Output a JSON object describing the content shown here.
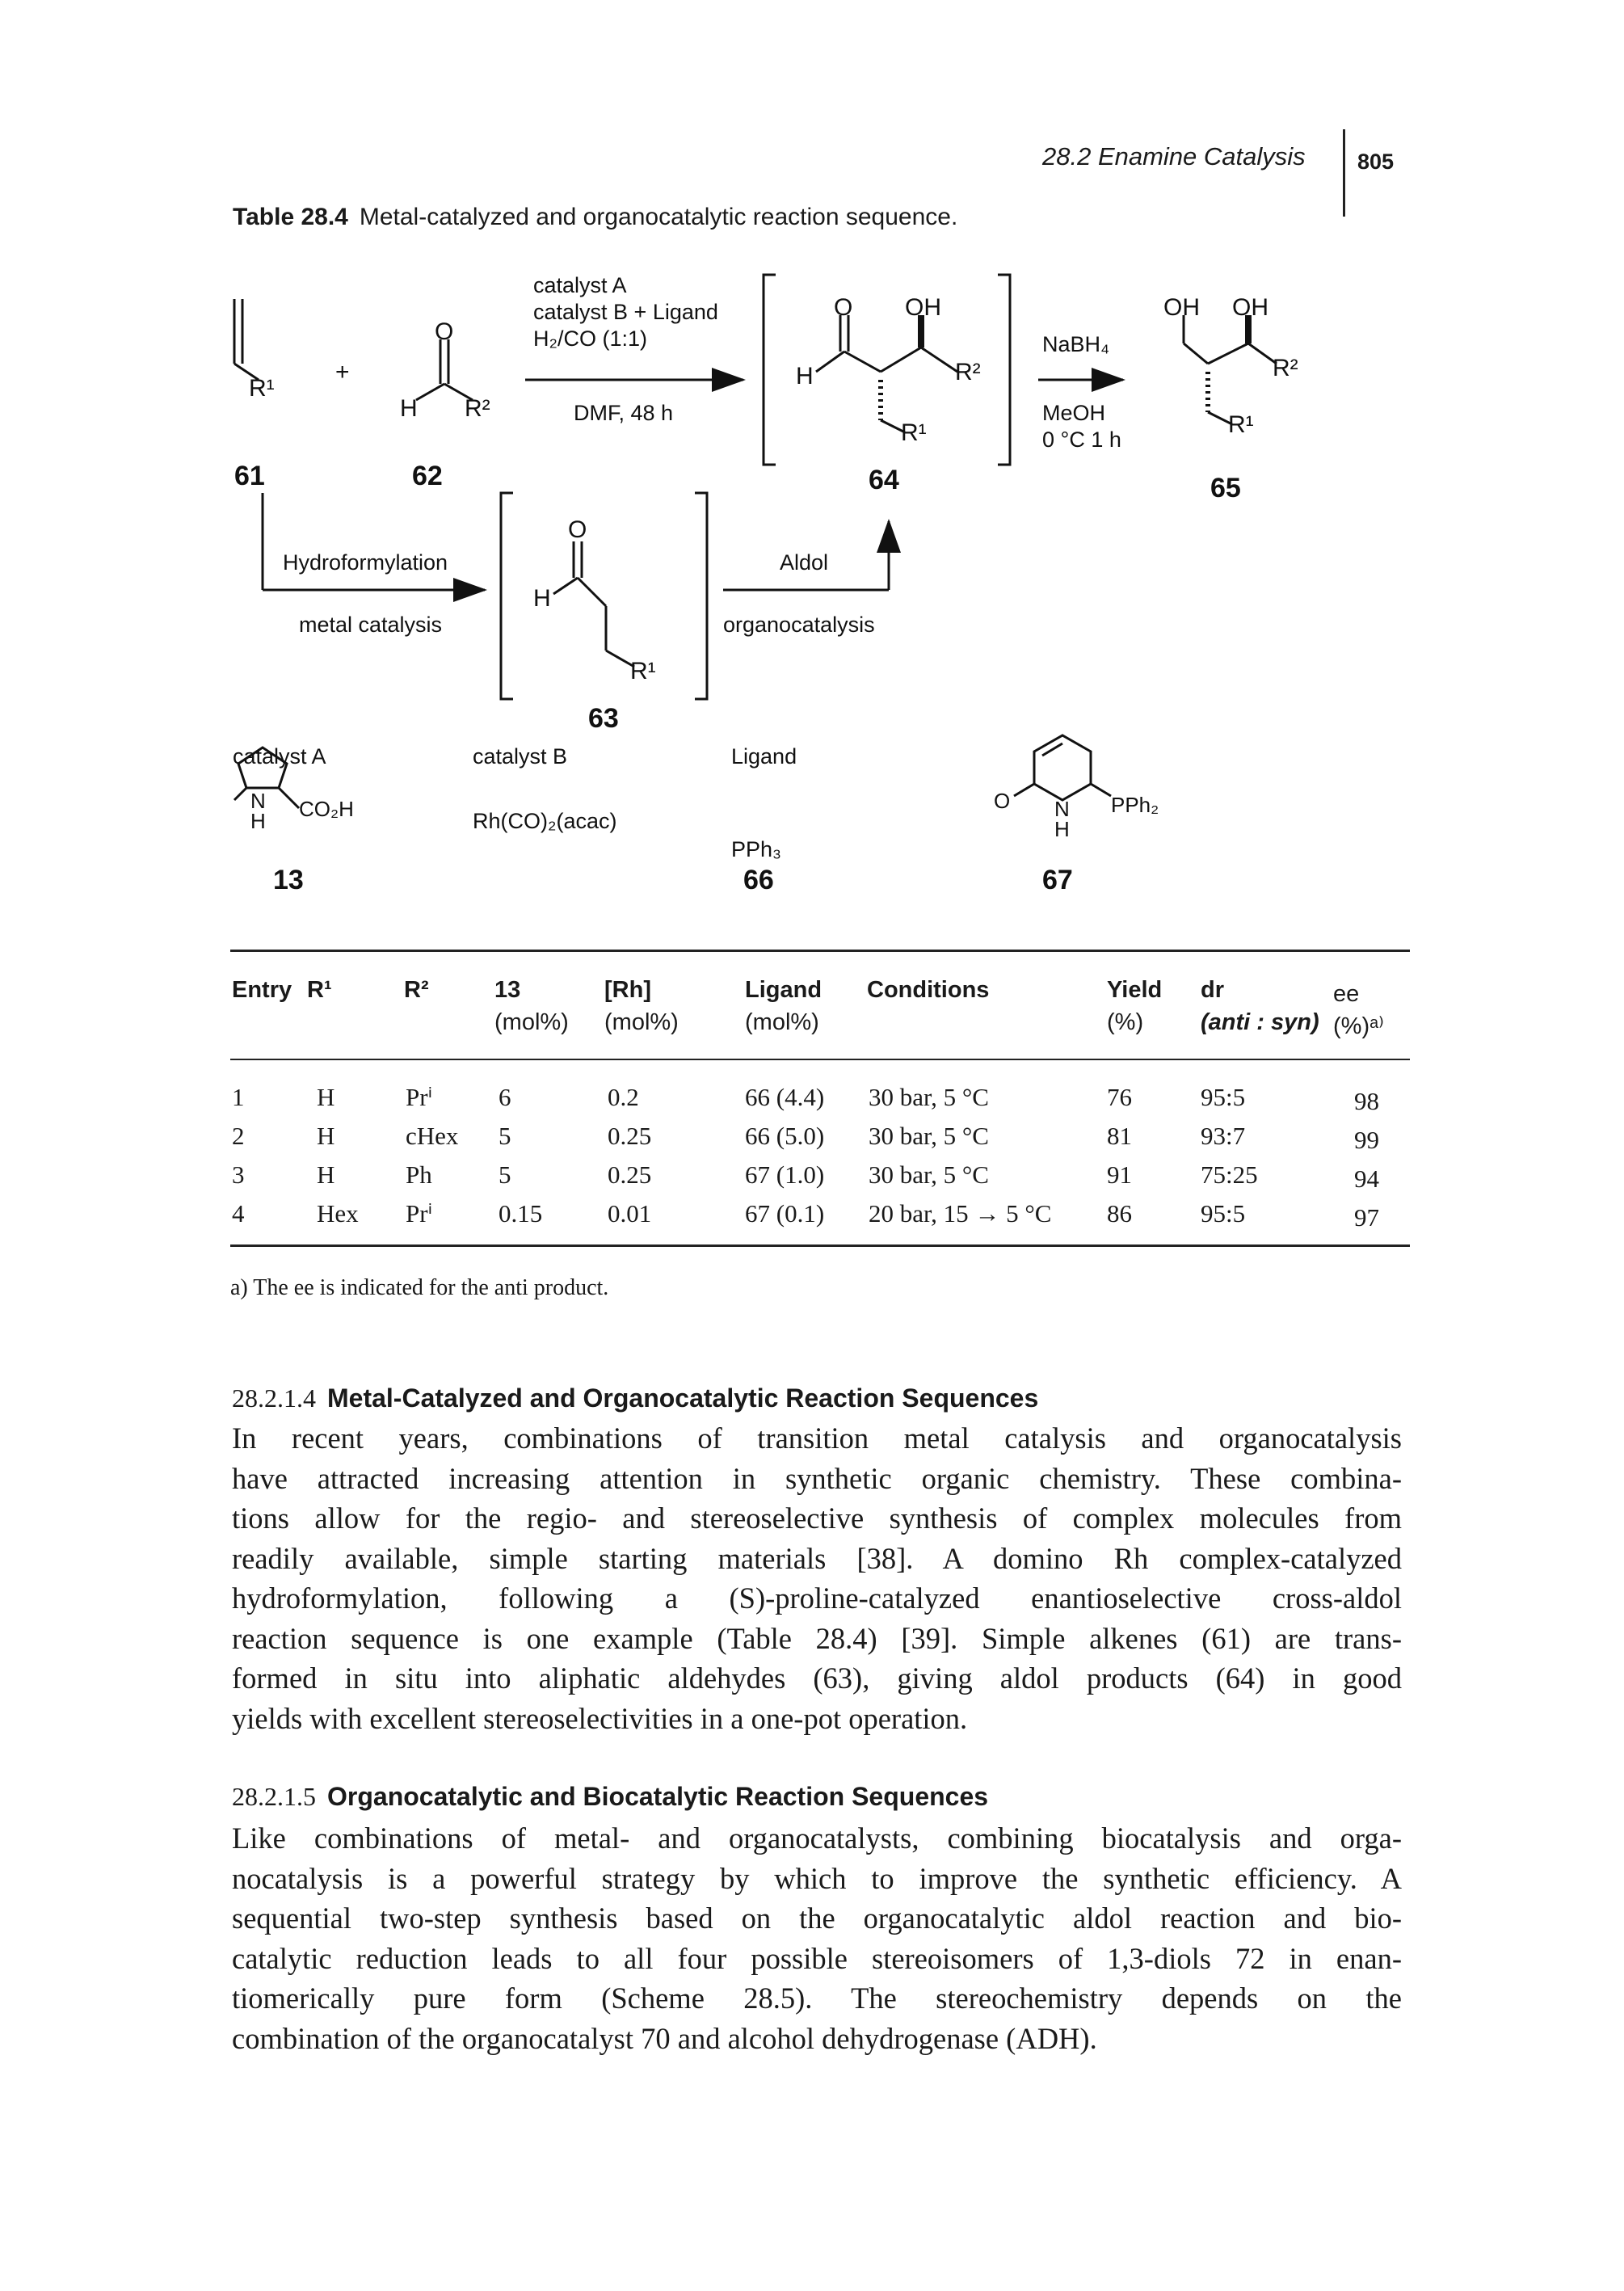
{
  "running_head": {
    "title": "28.2 Enamine Catalysis",
    "page_number": "805"
  },
  "table_caption": {
    "label": "Table 28.4",
    "text": "Metal-catalyzed and organocatalytic reaction sequence."
  },
  "scheme": {
    "compounds": {
      "alkene": "61",
      "aldehyde": "62",
      "linear_aldehyde": "63",
      "aldol": "64",
      "diol": "65",
      "proline": "13",
      "pph3": "66",
      "pyridone_ligand": "67"
    },
    "step1": {
      "line1": "catalyst A",
      "line2": "catalyst B + Ligand",
      "line3": "H₂/CO (1:1)",
      "below": "DMF, 48 h"
    },
    "step2": {
      "above": "NaBH₄",
      "below1": "MeOH",
      "below2": "0 °C 1 h"
    },
    "hydroformylation": {
      "above": "Hydroformylation",
      "below": "metal catalysis"
    },
    "aldol": {
      "above": "Aldol",
      "below": "organocatalysis"
    },
    "catalyst_labels": {
      "a": "catalyst A",
      "b": "catalyst B",
      "ligand": "Ligand"
    },
    "catalyst_b_formula": "Rh(CO)₂(acac)",
    "pph3_label": "PPh₃",
    "pph2_label": "PPh₂",
    "plus": "+",
    "atoms": {
      "O": "O",
      "H": "H",
      "OH": "OH",
      "R1": "R¹",
      "R2": "R²",
      "N": "N",
      "CO2H": "CO₂H"
    }
  },
  "table": {
    "headers": {
      "entry": "Entry",
      "r1": "R¹",
      "r2": "R²",
      "cat13_1": "13",
      "cat13_2": "(mol%)",
      "rh_1": "[Rh]",
      "rh_2": "(mol%)",
      "ligand_1": "Ligand",
      "ligand_2": "(mol%)",
      "conditions": "Conditions",
      "yield_1": "Yield",
      "yield_2": "(%)",
      "dr_1": "dr",
      "dr_2": "(anti : syn)",
      "ee_1": "ee",
      "ee_2": "(%)ᵃ⁾"
    },
    "rows": [
      {
        "entry": "1",
        "r1": "H",
        "r2": "Prⁱ",
        "cat13": "6",
        "rh": "0.2",
        "ligand": "66 (4.4)",
        "conditions": "30 bar, 5 °C",
        "yield": "76",
        "dr": "95:5",
        "ee": "98"
      },
      {
        "entry": "2",
        "r1": "H",
        "r2": "cHex",
        "cat13": "5",
        "rh": "0.25",
        "ligand": "66 (5.0)",
        "conditions": "30 bar, 5 °C",
        "yield": "81",
        "dr": "93:7",
        "ee": "99"
      },
      {
        "entry": "3",
        "r1": "H",
        "r2": "Ph",
        "cat13": "5",
        "rh": "0.25",
        "ligand": "67 (1.0)",
        "conditions": "30 bar, 5 °C",
        "yield": "91",
        "dr": "75:25",
        "ee": "94"
      },
      {
        "entry": "4",
        "r1": "Hex",
        "r2": "Prⁱ",
        "cat13": "0.15",
        "rh": "0.01",
        "ligand": "67 (0.1)",
        "conditions": "20 bar, 15 → 5 °C",
        "yield": "86",
        "dr": "95:5",
        "ee": "97"
      }
    ],
    "footnote": "a)  The ee is indicated for the anti product."
  },
  "section1": {
    "number": "28.2.1.4",
    "title": "Metal-Catalyzed and Organocatalytic Reaction Sequences",
    "lines": [
      "In recent years, combinations of transition metal catalysis and organocatalysis",
      "have attracted increasing attention in synthetic organic chemistry. These combina-",
      "tions allow for the regio- and stereoselective synthesis of complex molecules from",
      "readily available, simple starting materials [38]. A domino Rh complex-catalyzed",
      "hydroformylation, following a (S)-proline-catalyzed enantioselective cross-aldol",
      "reaction sequence is one example (Table 28.4) [39]. Simple alkenes (61) are trans-",
      "formed in situ into aliphatic aldehydes (63), giving aldol products (64) in good",
      "yields with excellent stereoselectivities in a one-pot operation."
    ]
  },
  "section2": {
    "number": "28.2.1.5",
    "title": "Organocatalytic and Biocatalytic Reaction Sequences",
    "lines": [
      "Like combinations of metal- and organocatalysts, combining biocatalysis and orga-",
      "nocatalysis is a powerful strategy by which to improve the synthetic efficiency. A",
      "sequential two-step synthesis based on the organocatalytic aldol reaction and bio-",
      "catalytic reduction leads to all four possible stereoisomers of 1,3-diols 72 in enan-",
      "tiomerically pure form (Scheme 28.5). The stereochemistry depends on the",
      "combination of the organocatalyst 70 and alcohol dehydrogenase (ADH)."
    ]
  }
}
